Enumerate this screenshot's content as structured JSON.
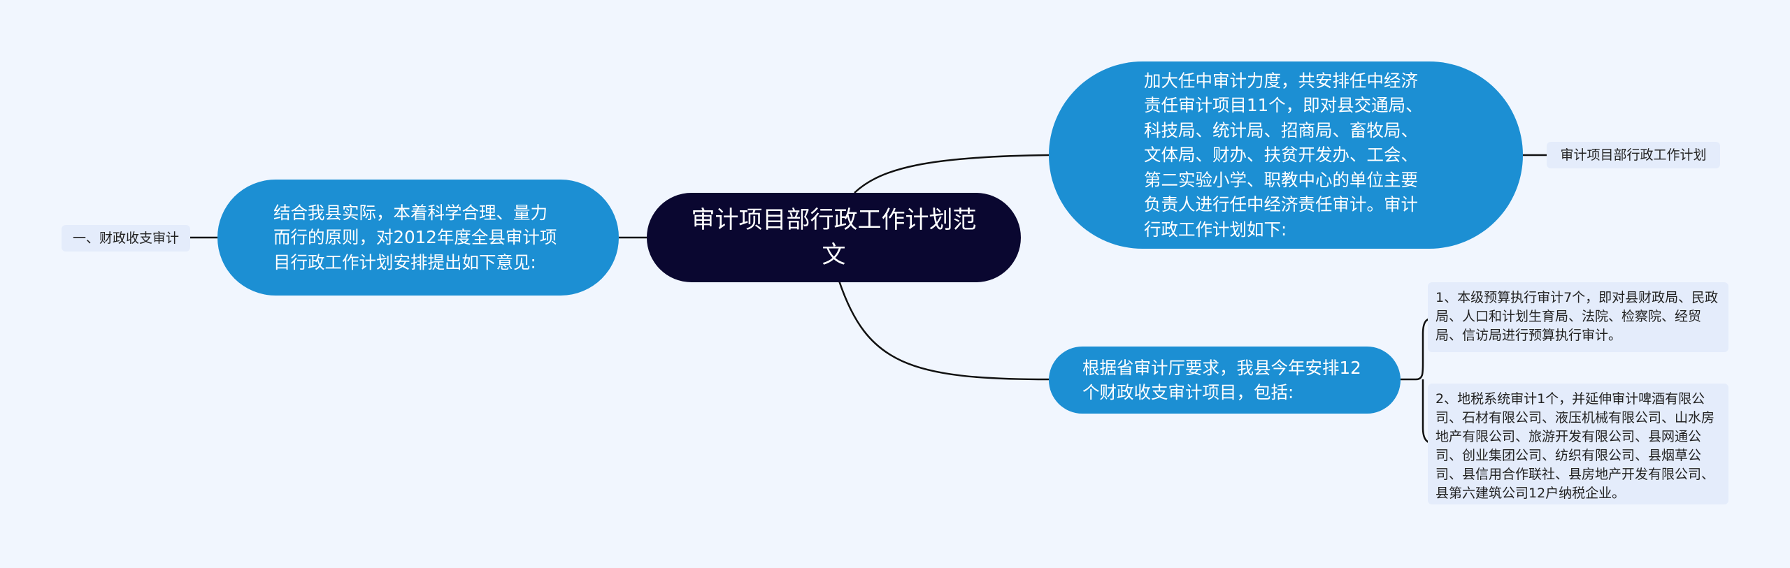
{
  "root": {
    "title": "审计项目部行政工作计划范文"
  },
  "left": {
    "main": "结合我县实际，本着科学合理、量力而行的原则，对2012年度全县审计项目行政工作计划安排提出如下意见:",
    "leaf": "一、财政收支审计"
  },
  "right_top": {
    "main": "加大任中审计力度，共安排任中经济责任审计项目11个，即对县交通局、科技局、统计局、招商局、畜牧局、文体局、财办、扶贫开发办、工会、第二实验小学、职教中心的单位主要负责人进行任中经济责任审计。审计行政工作计划如下:",
    "leaf": "审计项目部行政工作计划"
  },
  "right_bottom": {
    "main": "根据省审计厅要求，我县今年安排12个财政收支审计项目，包括:",
    "leaf1": "1、本级预算执行审计7个，即对县财政局、民政局、人口和计划生育局、法院、检察院、经贸局、信访局进行预算执行审计。",
    "leaf2": "2、地税系统审计1个，并延伸审计啤酒有限公司、石材有限公司、液压机械有限公司、山水房地产有限公司、旅游开发有限公司、县网通公司、创业集团公司、纺织有限公司、县烟草公司、县信用合作联社、县房地产开发有限公司、县第六建筑公司12户纳税企业。"
  },
  "colors": {
    "background": "#f1f6fe",
    "root": "#0a0730",
    "branch": "#1c8fd3",
    "leaf": "#e4ecfb",
    "line": "#111111"
  }
}
